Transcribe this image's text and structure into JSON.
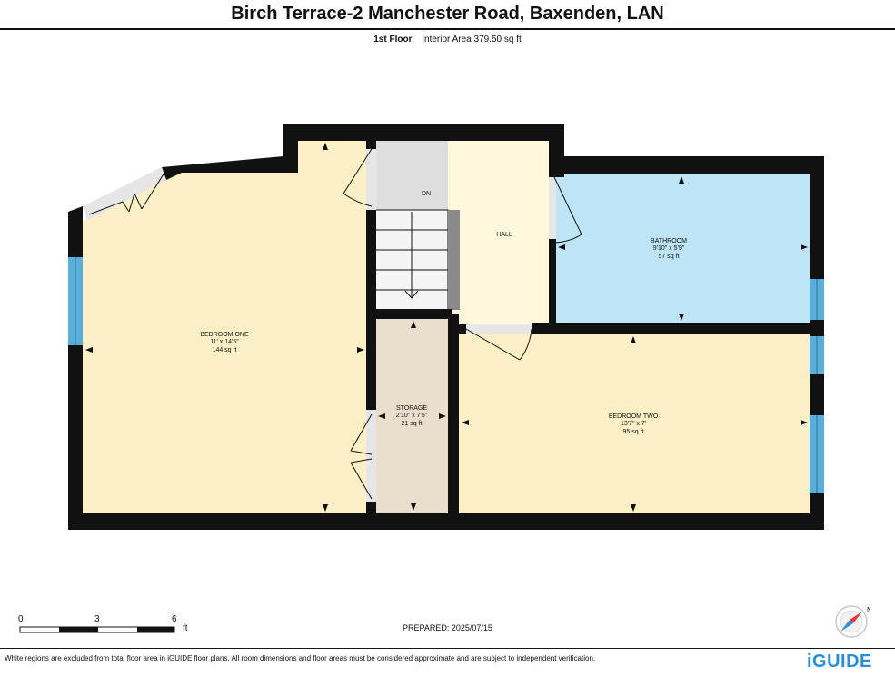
{
  "title": "Birch Terrace-2 Manchester Road, Baxenden, LAN",
  "floor_label": "1st Floor",
  "interior_area": "Interior Area 379.50 sq ft",
  "rooms": {
    "bedroom_one": {
      "name": "BEDROOM ONE",
      "dims": "11' x 14'5\"",
      "area": "144 sq ft"
    },
    "bathroom": {
      "name": "BATHROOM",
      "dims": "9'10\" x 5'9\"",
      "area": "57 sq ft"
    },
    "bedroom_two": {
      "name": "BEDROOM TWO",
      "dims": "13'7\" x 7'",
      "area": "95 sq ft"
    },
    "storage": {
      "name": "STORAGE",
      "dims": "2'10\" x 7'5\"",
      "area": "21 sq ft"
    },
    "hall": {
      "name": "HALL"
    },
    "stairs": {
      "name": "DN"
    }
  },
  "scale_bar": {
    "ticks": [
      "0",
      "3",
      "6"
    ],
    "unit": "ft"
  },
  "prepared": "PREPARED: 2025/07/15",
  "disclaimer": "White regions are excluded from total floor area in iGUIDE floor plans. All room dimensions and floor areas must be considered approximate and are subject to independent verification.",
  "brand": "iGUIDE",
  "compass_label": "N",
  "colors": {
    "wall": "#111111",
    "bedroom_fill": "#fdf0c6",
    "bathroom_fill": "#bde4f7",
    "hall_fill": "#fff8dc",
    "storage_fill": "#e9dfcc",
    "stairs_fill": "#dedede",
    "window": "#5aaedc",
    "brand": "#2a8fd6"
  }
}
